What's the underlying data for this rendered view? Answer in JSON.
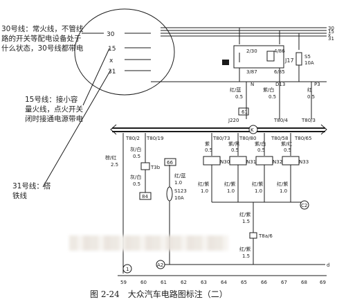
{
  "annotations": {
    "note_30": "30号线：常火线，不管线路的开关等配电设备处于什么状态，30号线都带电",
    "note_15": "15号线：接小容量火线，点火开关闭时接通电源带电",
    "note_31": "31号线：搭铁线"
  },
  "terminal_labels": {
    "t30": "30",
    "t15": "15",
    "tx": "x",
    "t31": "31"
  },
  "right_bus_labels": [
    "30",
    "15",
    "x",
    "31"
  ],
  "relay": {
    "pin_a": "2/30",
    "pin_b": "4/86",
    "pin_c": "3/87",
    "pin_d": "6/85",
    "name": "J17",
    "box": "2"
  },
  "fuse_s5": {
    "name": "S5",
    "rating": "10A"
  },
  "top_labels": {
    "n": "N",
    "d13": "D13",
    "p3": "P3",
    "w1": "红/蓝",
    "w1g": "0.5",
    "w2": "紫/白",
    "w2g": "0.5",
    "w3": "红",
    "w3g": "0.5",
    "box61": "61"
  },
  "connector": {
    "j220": "J220",
    "t80_4": "T80/4",
    "t80_3": "T80/3",
    "k": "K"
  },
  "lower": {
    "t80_2": "T80/2",
    "t80_19": "T80/19",
    "w_brown": "棕/红",
    "w_brown_g": "2.5",
    "w_gw": "灰/白",
    "w_gw_g": "0.5",
    "t3b": "T3b",
    "w_gw2": "灰/白",
    "w_gw2_g": "0.5",
    "box84": "84",
    "box66": "66",
    "w_rb": "红/蓝",
    "w_rb_g": "1.0",
    "s123": "S123",
    "s123_a": "10A",
    "t80_73": "T80/73",
    "t80_80": "T80/80",
    "t80_58": "T80/58",
    "t80_65": "T80/65",
    "w_z1": "紫",
    "w_z1g": "0.5",
    "w_zb": "紫/黑",
    "w_zbg": "0.5",
    "w_zb2": "紫/白",
    "w_zb2g": "0.5",
    "w_zr": "紫/红",
    "w_zrg": "0.5",
    "n30": "N30",
    "n31": "N31",
    "n32": "N32",
    "n33": "N33",
    "w_rz1": "红/紫",
    "w_rz1g": "1.0",
    "w_rz2": "红/紫",
    "w_rz2g": "1.0",
    "w_rz3": "红/紫",
    "w_rz3g": "1.0",
    "w_rz4": "红/紫",
    "w_rz4g": "1.0",
    "c2": "C2",
    "w_rz5": "红/紫",
    "w_rz5g": "1.5",
    "t8a": "T8a/6",
    "w_rz6": "红/紫",
    "w_rz6g": "1.5",
    "g1": "1",
    "a2": "A2",
    "d": "d"
  },
  "scale_numbers": [
    "59",
    "60",
    "61",
    "62",
    "63",
    "64",
    "65",
    "66",
    "67",
    "68",
    "69"
  ],
  "caption": "图 2-24　大众汽车电路图标注（二）"
}
